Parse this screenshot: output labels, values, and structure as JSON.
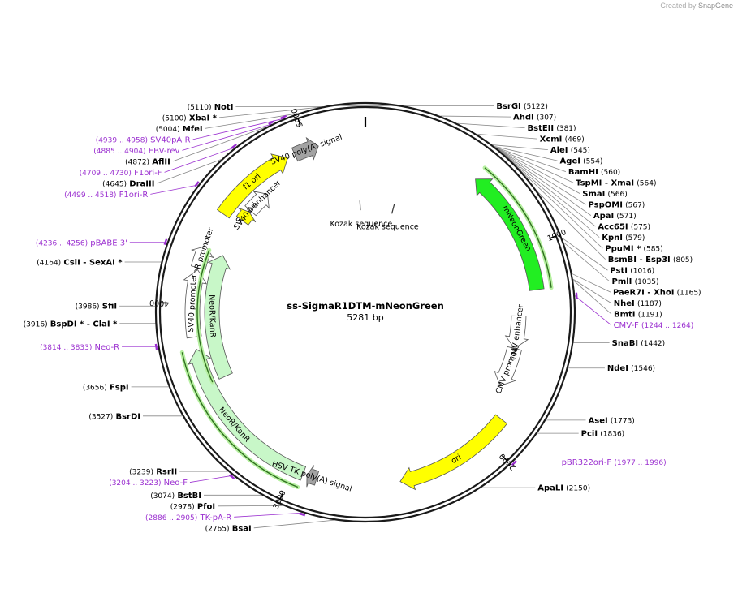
{
  "credit": {
    "prefix": "Created by",
    "brand": "SnapGene"
  },
  "plasmid": {
    "name": "ss-SigmaR1DTM-mNeonGreen",
    "size_label": "5281 bp",
    "length": 5281
  },
  "colors": {
    "backbone": "#1a1a1a",
    "primer": "#9b30d0",
    "site_line": "#888888",
    "feature_stroke": "#555555"
  },
  "tick_labels": [
    {
      "pos": 1000,
      "label": "1000"
    },
    {
      "pos": 2000,
      "label": "2000"
    },
    {
      "pos": 3000,
      "label": "3000"
    },
    {
      "pos": 4000,
      "label": "4000"
    },
    {
      "pos": 5000,
      "label": "5000"
    }
  ],
  "sites": [
    {
      "name": "NotI",
      "pos": "(5110)",
      "bp": 5110,
      "side": "left"
    },
    {
      "name": "XbaI *",
      "pos": "(5100)",
      "bp": 5100,
      "side": "left"
    },
    {
      "name": "MfeI",
      "pos": "(5004)",
      "bp": 5004,
      "side": "left"
    },
    {
      "name": "AflII",
      "pos": "(4872)",
      "bp": 4872,
      "side": "left"
    },
    {
      "name": "DraIII",
      "pos": "(4645)",
      "bp": 4645,
      "side": "left"
    },
    {
      "name": "CsiI  - SexAI *",
      "pos": "(4164)",
      "bp": 4164,
      "side": "left"
    },
    {
      "name": "SfiI",
      "pos": "(3986)",
      "bp": 3986,
      "side": "left"
    },
    {
      "name": "BspDI * - ClaI *",
      "pos": "(3916)",
      "bp": 3916,
      "side": "left"
    },
    {
      "name": "FspI",
      "pos": "(3656)",
      "bp": 3656,
      "side": "left"
    },
    {
      "name": "BsrDI",
      "pos": "(3527)",
      "bp": 3527,
      "side": "left"
    },
    {
      "name": "RsrII",
      "pos": "(3239)",
      "bp": 3239,
      "side": "left"
    },
    {
      "name": "BstBI",
      "pos": "(3074)",
      "bp": 3074,
      "side": "left"
    },
    {
      "name": "PfoI",
      "pos": "(2978)",
      "bp": 2978,
      "side": "left"
    },
    {
      "name": "BsaI",
      "pos": "(2765)",
      "bp": 2765,
      "side": "left"
    },
    {
      "name": "BsrGI",
      "pos": "(5122)",
      "bp": 5122,
      "side": "right"
    },
    {
      "name": "AhdI",
      "pos": "(307)",
      "bp": 307,
      "side": "right"
    },
    {
      "name": "BstEII",
      "pos": "(381)",
      "bp": 381,
      "side": "right"
    },
    {
      "name": "XcmI",
      "pos": "(469)",
      "bp": 469,
      "side": "right"
    },
    {
      "name": "AleI",
      "pos": "(545)",
      "bp": 545,
      "side": "right"
    },
    {
      "name": "AgeI",
      "pos": "(554)",
      "bp": 554,
      "side": "right"
    },
    {
      "name": "BamHI",
      "pos": "(560)",
      "bp": 560,
      "side": "right"
    },
    {
      "name": "TspMI  - XmaI",
      "pos": "(564)",
      "bp": 564,
      "side": "right"
    },
    {
      "name": "SmaI",
      "pos": "(566)",
      "bp": 566,
      "side": "right"
    },
    {
      "name": "PspOMI",
      "pos": "(567)",
      "bp": 567,
      "side": "right"
    },
    {
      "name": "ApaI",
      "pos": "(571)",
      "bp": 571,
      "side": "right"
    },
    {
      "name": "Acc65I",
      "pos": "(575)",
      "bp": 575,
      "side": "right"
    },
    {
      "name": "KpnI",
      "pos": "(579)",
      "bp": 579,
      "side": "right"
    },
    {
      "name": "PpuMI *",
      "pos": "(585)",
      "bp": 585,
      "side": "right"
    },
    {
      "name": "BsmBI  - Esp3I",
      "pos": "(805)",
      "bp": 805,
      "side": "right"
    },
    {
      "name": "PstI",
      "pos": "(1016)",
      "bp": 1016,
      "side": "right"
    },
    {
      "name": "PmlI",
      "pos": "(1035)",
      "bp": 1035,
      "side": "right"
    },
    {
      "name": "PaeR7I  - XhoI",
      "pos": "(1165)",
      "bp": 1165,
      "side": "right"
    },
    {
      "name": "NheI",
      "pos": "(1187)",
      "bp": 1187,
      "side": "right"
    },
    {
      "name": "BmtI",
      "pos": "(1191)",
      "bp": 1191,
      "side": "right"
    },
    {
      "name": "SnaBI",
      "pos": "(1442)",
      "bp": 1442,
      "side": "right"
    },
    {
      "name": "NdeI",
      "pos": "(1546)",
      "bp": 1546,
      "side": "right"
    },
    {
      "name": "AseI",
      "pos": "(1773)",
      "bp": 1773,
      "side": "right"
    },
    {
      "name": "PciI",
      "pos": "(1836)",
      "bp": 1836,
      "side": "right"
    },
    {
      "name": "ApaLI",
      "pos": "(2150)",
      "bp": 2150,
      "side": "right"
    }
  ],
  "primers": [
    {
      "name": "SV40pA-R",
      "range": "(4939 .. 4958)",
      "bp": 4948,
      "side": "left"
    },
    {
      "name": "EBV-rev",
      "range": "(4885 .. 4904)",
      "bp": 4894,
      "side": "left"
    },
    {
      "name": "F1ori-F",
      "range": "(4709 .. 4730)",
      "bp": 4719,
      "side": "left"
    },
    {
      "name": "F1ori-R",
      "range": "(4499 .. 4518)",
      "bp": 4508,
      "side": "left"
    },
    {
      "name": "pBABE 3'",
      "range": "(4236 .. 4256)",
      "bp": 4246,
      "side": "left"
    },
    {
      "name": "Neo-R",
      "range": "(3814 .. 3833)",
      "bp": 3823,
      "side": "left"
    },
    {
      "name": "Neo-F",
      "range": "(3204 .. 3223)",
      "bp": 3213,
      "side": "left"
    },
    {
      "name": "TK-pA-R",
      "range": "(2886 .. 2905)",
      "bp": 2895,
      "side": "left"
    },
    {
      "name": "CMV-F",
      "range": "(1244 .. 1264)",
      "bp": 1254,
      "side": "right"
    },
    {
      "name": "pBR322ori-F",
      "range": "(1977 .. 1996)",
      "bp": 1986,
      "side": "right"
    }
  ],
  "features": [
    {
      "name": "mNeonGreen",
      "start": 1210,
      "end": 580,
      "track": 1,
      "fill": "#22ee22",
      "orf": true
    },
    {
      "name": "f1 ori",
      "start": 4470,
      "end": 4890,
      "track": 1,
      "fill": "#ffff00"
    },
    {
      "name": "SV40 poly(A) signal",
      "start": 4928,
      "end": 5050,
      "track": 1,
      "fill": "#a3a3a3"
    },
    {
      "name": "AmpR promoter",
      "start": 4180,
      "end": 4290,
      "track": 1,
      "fill": "#ffffff"
    },
    {
      "name": "SV40 promoter",
      "start": 3840,
      "end": 4170,
      "track": 1,
      "fill": "#ffffff"
    },
    {
      "name": "NeoR/KanR",
      "start": 2950,
      "end": 3780,
      "track": 1,
      "fill": "#c8f7c8",
      "orf": true
    },
    {
      "name": "HSV TK poly(A) signal",
      "start": 2880,
      "end": 2930,
      "track": 1,
      "fill": "#a3a3a3"
    },
    {
      "name": "ori",
      "start": 1880,
      "end": 2470,
      "track": 1,
      "fill": "#ffff00"
    },
    {
      "name": "CMV promoter",
      "start": 1520,
      "end": 1740,
      "track": 2,
      "fill": "#ffffff"
    },
    {
      "name": "CMV enhancer",
      "start": 1340,
      "end": 1520,
      "track": 2,
      "fill": "#ffffff"
    },
    {
      "name": "SV40 enhancer",
      "start": 4570,
      "end": 4700,
      "track": 2,
      "fill": "#ffffff"
    },
    {
      "name": "SV40 ori",
      "start": 4500,
      "end": 4560,
      "track": 2,
      "fill": "#ffff00"
    },
    {
      "name": "NeoR/KanR",
      "start": 3600,
      "end": 4280,
      "track": 2,
      "fill": "#c8f7c8",
      "orf": true
    }
  ],
  "kozak": [
    {
      "label": "Kozak sequence",
      "bp": 5240
    },
    {
      "label": "Kozak sequence",
      "bp": 220
    }
  ]
}
